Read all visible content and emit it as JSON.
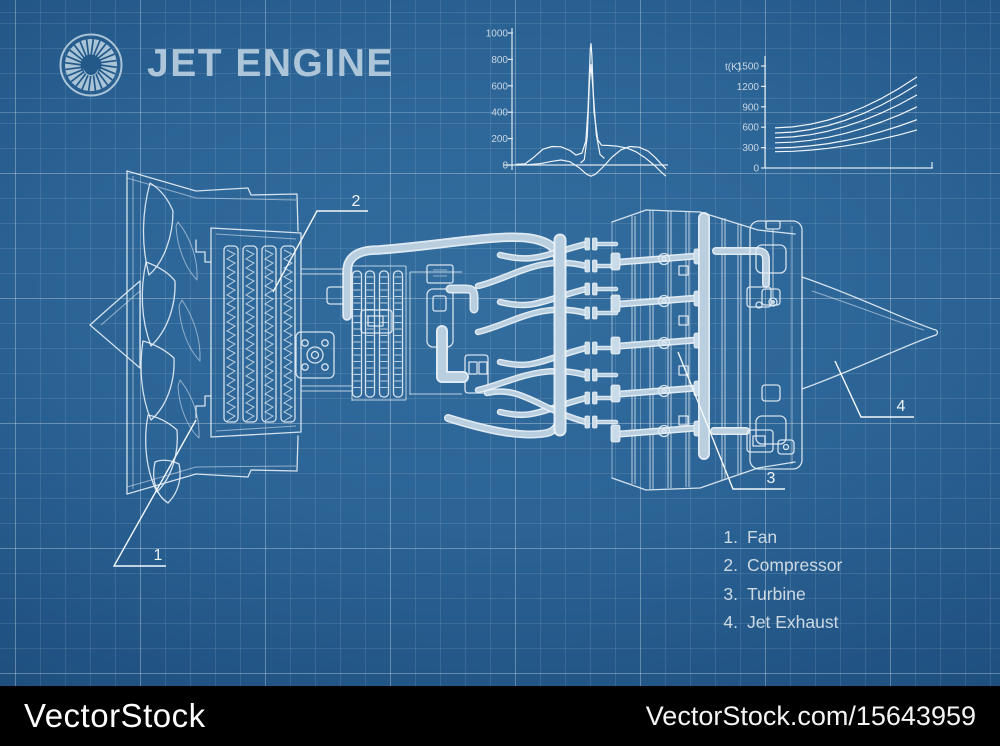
{
  "header": {
    "title": "JET ENGINE",
    "logo_icon": "turbine-fan-icon"
  },
  "colors": {
    "background_center": "#336e9f",
    "background_edge": "#173f6a",
    "line": "#e3edf5",
    "accent_text": "#b4cadc",
    "legend_text": "#cdd9e3",
    "watermark_bg": "#000000",
    "watermark_text": "#ffffff"
  },
  "chart_data": [
    {
      "type": "line",
      "title": "",
      "xlabel": "",
      "ylabel": "",
      "ylim": [
        -100,
        1000
      ],
      "grid": false,
      "ytick_labels": [
        "1000",
        "800",
        "600",
        "400",
        "200",
        "0"
      ],
      "series": [
        {
          "name": "pressure-spike-curve",
          "points": [
            [
              0,
              5
            ],
            [
              0.06,
              8
            ],
            [
              0.12,
              60
            ],
            [
              0.18,
              120
            ],
            [
              0.24,
              140
            ],
            [
              0.3,
              138
            ],
            [
              0.36,
              110
            ],
            [
              0.4,
              75
            ],
            [
              0.44,
              90
            ],
            [
              0.465,
              180
            ],
            [
              0.48,
              420
            ],
            [
              0.495,
              880
            ],
            [
              0.5,
              920
            ],
            [
              0.505,
              840
            ],
            [
              0.52,
              400
            ],
            [
              0.545,
              190
            ],
            [
              0.57,
              150
            ],
            [
              0.62,
              148
            ],
            [
              0.68,
              142
            ],
            [
              0.74,
              128
            ],
            [
              0.8,
              100
            ],
            [
              0.86,
              55
            ],
            [
              0.92,
              0
            ],
            [
              0.97,
              -55
            ],
            [
              1.0,
              -85
            ]
          ]
        },
        {
          "name": "secondary-curve",
          "points": [
            [
              0,
              0
            ],
            [
              0.08,
              2
            ],
            [
              0.16,
              10
            ],
            [
              0.24,
              28
            ],
            [
              0.3,
              38
            ],
            [
              0.36,
              25
            ],
            [
              0.42,
              -20
            ],
            [
              0.47,
              -70
            ],
            [
              0.5,
              -85
            ],
            [
              0.53,
              -70
            ],
            [
              0.58,
              -15
            ],
            [
              0.64,
              60
            ],
            [
              0.7,
              115
            ],
            [
              0.76,
              140
            ],
            [
              0.82,
              135
            ],
            [
              0.88,
              105
            ],
            [
              0.93,
              55
            ],
            [
              0.97,
              5
            ],
            [
              1.0,
              -30
            ]
          ]
        },
        {
          "name": "inner-spike-curve",
          "points": [
            [
              0.43,
              15
            ],
            [
              0.455,
              40
            ],
            [
              0.475,
              220
            ],
            [
              0.49,
              640
            ],
            [
              0.5,
              760
            ],
            [
              0.51,
              620
            ],
            [
              0.535,
              230
            ],
            [
              0.56,
              80
            ],
            [
              0.59,
              50
            ]
          ]
        }
      ]
    },
    {
      "type": "line",
      "title": "",
      "xlabel": "",
      "ylabel": "t(K)",
      "ylim": [
        0,
        1500
      ],
      "grid": false,
      "ytick_labels": [
        "1500",
        "1200",
        "900",
        "600",
        "300",
        "0"
      ],
      "series": [
        {
          "name": "temp-curve-1",
          "points": [
            [
              0,
              590
            ],
            [
              0.125,
              604
            ],
            [
              0.25,
              644
            ],
            [
              0.375,
              706
            ],
            [
              0.5,
              791
            ],
            [
              0.625,
              897
            ],
            [
              0.75,
              1024
            ],
            [
              0.875,
              1172
            ],
            [
              1,
              1340
            ]
          ]
        },
        {
          "name": "temp-curve-2",
          "points": [
            [
              0,
              515
            ],
            [
              0.125,
              528
            ],
            [
              0.25,
              566
            ],
            [
              0.375,
              625
            ],
            [
              0.5,
              705
            ],
            [
              0.625,
              805
            ],
            [
              0.75,
              926
            ],
            [
              0.875,
              1066
            ],
            [
              1,
              1225
            ]
          ]
        },
        {
          "name": "temp-curve-3",
          "points": [
            [
              0,
              445
            ],
            [
              0.125,
              457
            ],
            [
              0.25,
              490
            ],
            [
              0.375,
              543
            ],
            [
              0.5,
              614
            ],
            [
              0.625,
              703
            ],
            [
              0.75,
              810
            ],
            [
              0.875,
              934
            ],
            [
              1,
              1075
            ]
          ]
        },
        {
          "name": "temp-curve-4",
          "points": [
            [
              0,
              370
            ],
            [
              0.125,
              380
            ],
            [
              0.25,
              408
            ],
            [
              0.375,
              452
            ],
            [
              0.5,
              512
            ],
            [
              0.625,
              587
            ],
            [
              0.75,
              677
            ],
            [
              0.875,
              781
            ],
            [
              1,
              900
            ]
          ]
        },
        {
          "name": "temp-curve-5",
          "points": [
            [
              0,
              295
            ],
            [
              0.125,
              303
            ],
            [
              0.25,
              325
            ],
            [
              0.375,
              359
            ],
            [
              0.5,
              406
            ],
            [
              0.625,
              465
            ],
            [
              0.75,
              535
            ],
            [
              0.875,
              617
            ],
            [
              1,
              710
            ]
          ]
        },
        {
          "name": "temp-curve-6",
          "points": [
            [
              0,
              240
            ],
            [
              0.125,
              246
            ],
            [
              0.25,
              263
            ],
            [
              0.375,
              290
            ],
            [
              0.5,
              326
            ],
            [
              0.625,
              371
            ],
            [
              0.75,
              425
            ],
            [
              0.875,
              488
            ],
            [
              1,
              560
            ]
          ]
        }
      ]
    }
  ],
  "callouts": [
    {
      "num": "1"
    },
    {
      "num": "2"
    },
    {
      "num": "3"
    },
    {
      "num": "4"
    }
  ],
  "legend": {
    "items": [
      {
        "num": "1.",
        "label": "Fan"
      },
      {
        "num": "2.",
        "label": "Compressor"
      },
      {
        "num": "3.",
        "label": "Turbine"
      },
      {
        "num": "4.",
        "label": "Jet Exhaust"
      }
    ]
  },
  "watermark": {
    "brand": "VectorStock",
    "url_text": "VectorStock.com/15643959"
  }
}
